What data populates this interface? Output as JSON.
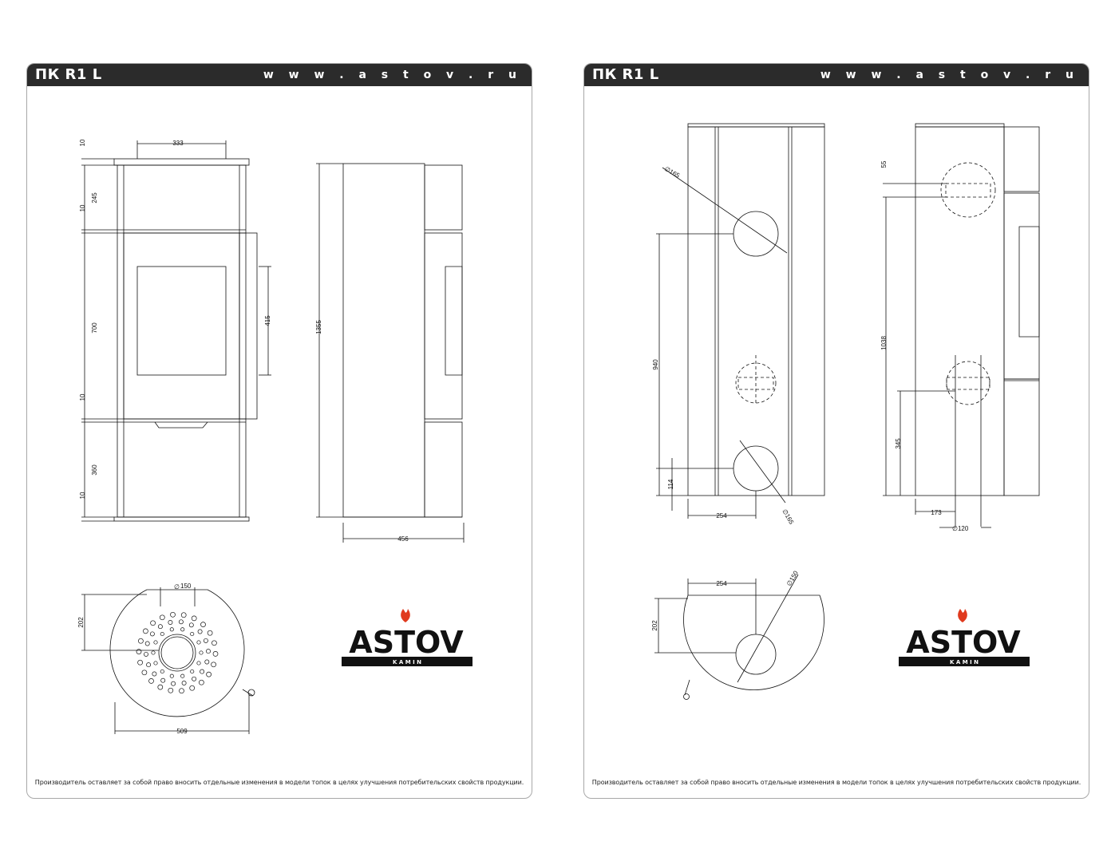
{
  "pages": [
    {
      "title": "ПК R1 L",
      "website": "w w w . a s t o v . r u",
      "footer": "Производитель оставляет за собой право вносить отдельные изменения в модели топок в целях улучшения потребительских свойств продукции."
    },
    {
      "title": "ПК R1 L",
      "website": "w w w . a s t o v . r u",
      "footer": "Производитель оставляет за собой право вносить отдельные изменения в модели топок в целях улучшения потребительских свойств продукции."
    }
  ],
  "logo": {
    "word": "ASTOV",
    "sub": "K A M I N",
    "flame_color": "#e03a1e"
  },
  "dimensions_page1": {
    "front_width": "333",
    "top_gap_1": "10",
    "upper_panel": "245",
    "top_gap_2": "10",
    "door_section": "700",
    "door_glass": "415",
    "mid_gap": "10",
    "lower_panel": "360",
    "bottom_gap": "10",
    "total_height": "1355",
    "depth": "456",
    "top_outlet_diameter": "150",
    "outlet_offset": "202",
    "plan_width": "509"
  },
  "dimensions_page2": {
    "top_outlet_diameter": "165",
    "rear_outlet_diameter": "165",
    "rear_outlet_height": "940",
    "rear_bottom_height": "114",
    "rear_side_offset": "254",
    "side_top_offset": "55",
    "side_height": "1038",
    "air_inlet_height": "345",
    "air_inlet_offset": "173",
    "air_inlet_diameter": "120",
    "plan_offset_x": "254",
    "plan_offset_y": "202",
    "plan_outlet_diameter": "150"
  },
  "colors": {
    "header_bg": "#2b2b2b",
    "line": "#111111"
  }
}
